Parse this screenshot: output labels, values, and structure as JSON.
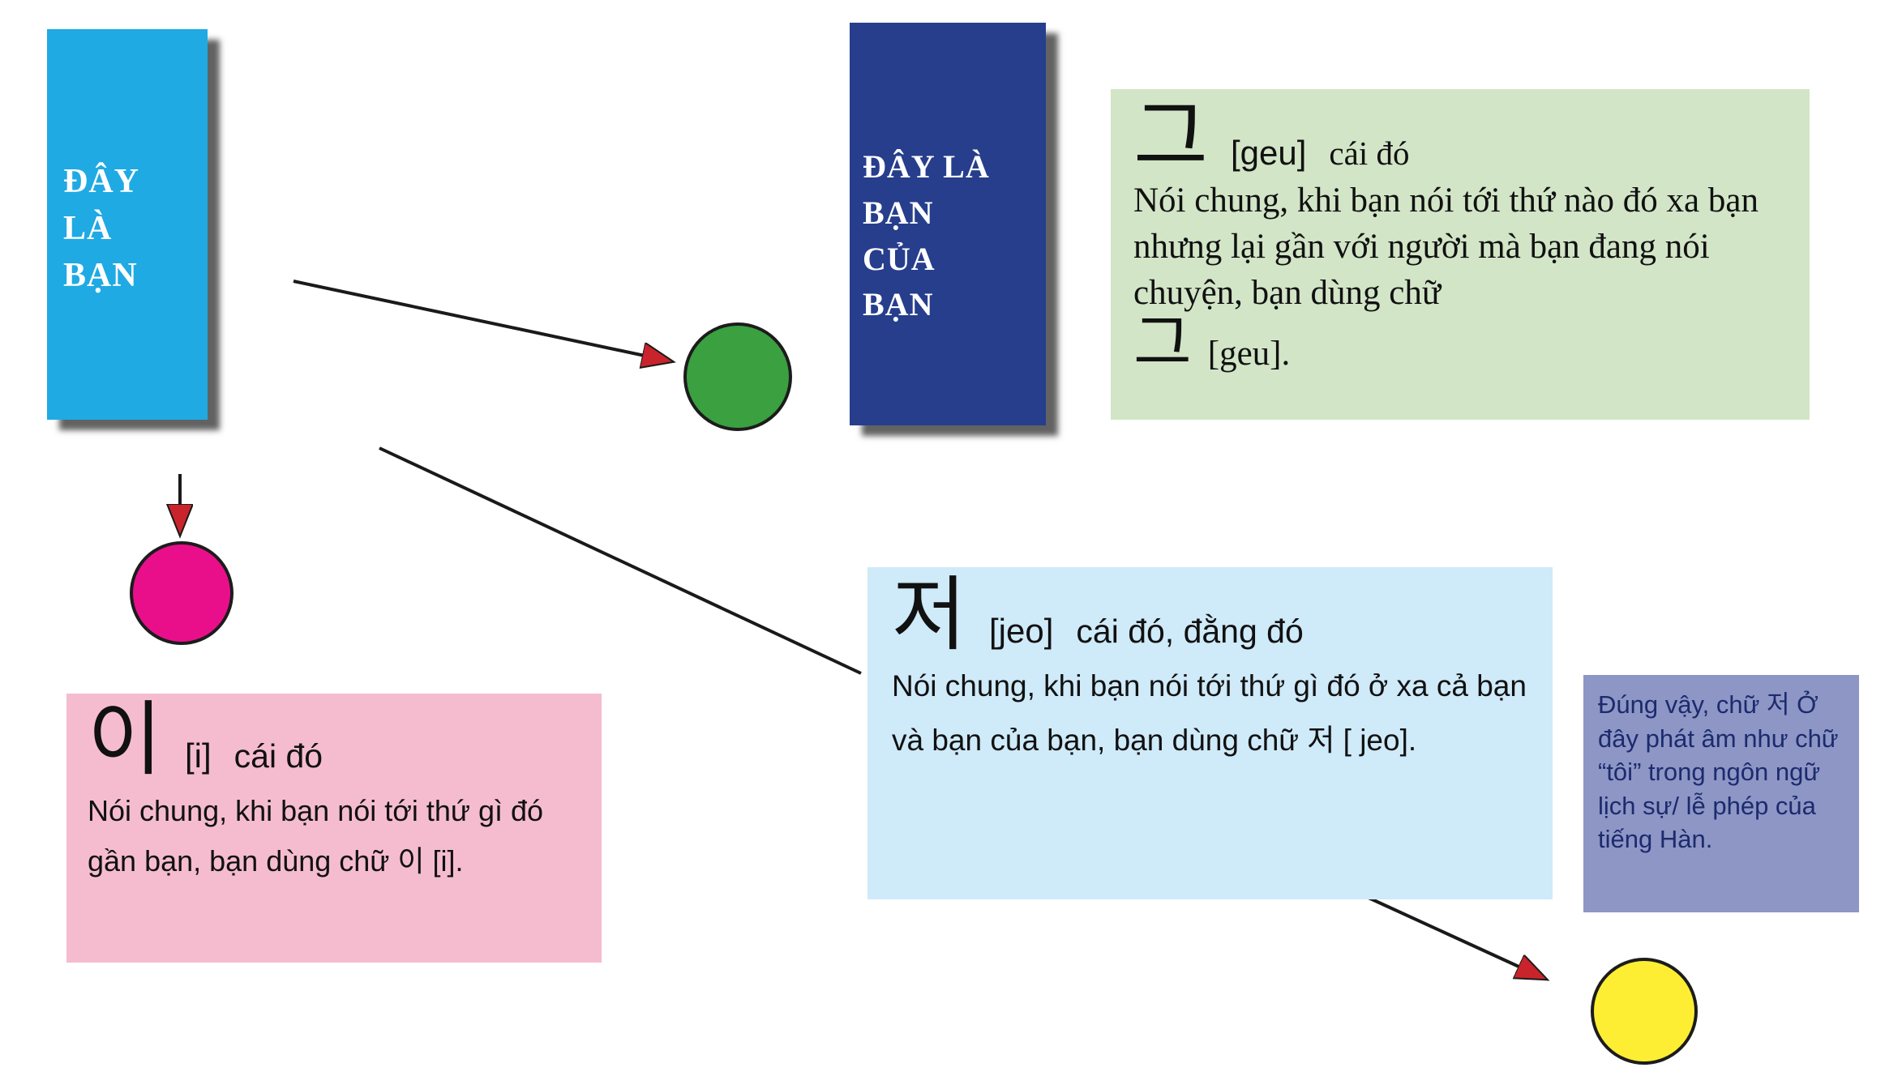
{
  "palette": {
    "card_you_bg": "#1faae3",
    "card_friend_bg": "#263e8c",
    "geu_box_bg": "#d2e5c7",
    "i_box_bg": "#f5bccf",
    "jeo_box_bg": "#cfeaf9",
    "side_note_bg": "#8d96c5",
    "side_note_text": "#1c2b6e",
    "green_circle": "#3aa040",
    "magenta_circle": "#e90f8b",
    "yellow_circle": "#fdee33",
    "arrowhead_red": "#c9242b",
    "line_black": "#1a1a1a"
  },
  "cards": {
    "this_is_you": {
      "label": "ĐÂY\nLÀ\nBẠN"
    },
    "this_is_your_friend": {
      "label": "ĐÂY LÀ\nBẠN\nCỦA\nBẠN"
    }
  },
  "explanations": {
    "geu": {
      "glyph": "그",
      "rom": "[geu]",
      "meaning": "cái đó",
      "body": "Nói chung, khi bạn nói tới thứ nào đó xa bạn nhưng lại gần với người mà bạn đang nói chuyện, bạn dùng chữ",
      "tail_glyph": "그",
      "tail_text": "[geu]."
    },
    "i": {
      "glyph": "이",
      "rom": "[i]",
      "meaning": "cái đó",
      "body": "Nói chung, khi bạn nói tới thứ gì đó gần bạn, bạn dùng chữ 이 [i]."
    },
    "jeo": {
      "glyph": "저",
      "rom": "[jeo]",
      "meaning": "cái đó, đằng đó",
      "body": "Nói chung, khi bạn nói tới thứ gì đó ở xa cả bạn và bạn của bạn, bạn dùng chữ 저 [ jeo]."
    }
  },
  "side_note": {
    "text": "Đúng vậy, chữ 저 Ở đây phát âm như chữ “tôi” trong ngôn ngữ lịch sự/ lễ phép của tiếng Hàn."
  }
}
